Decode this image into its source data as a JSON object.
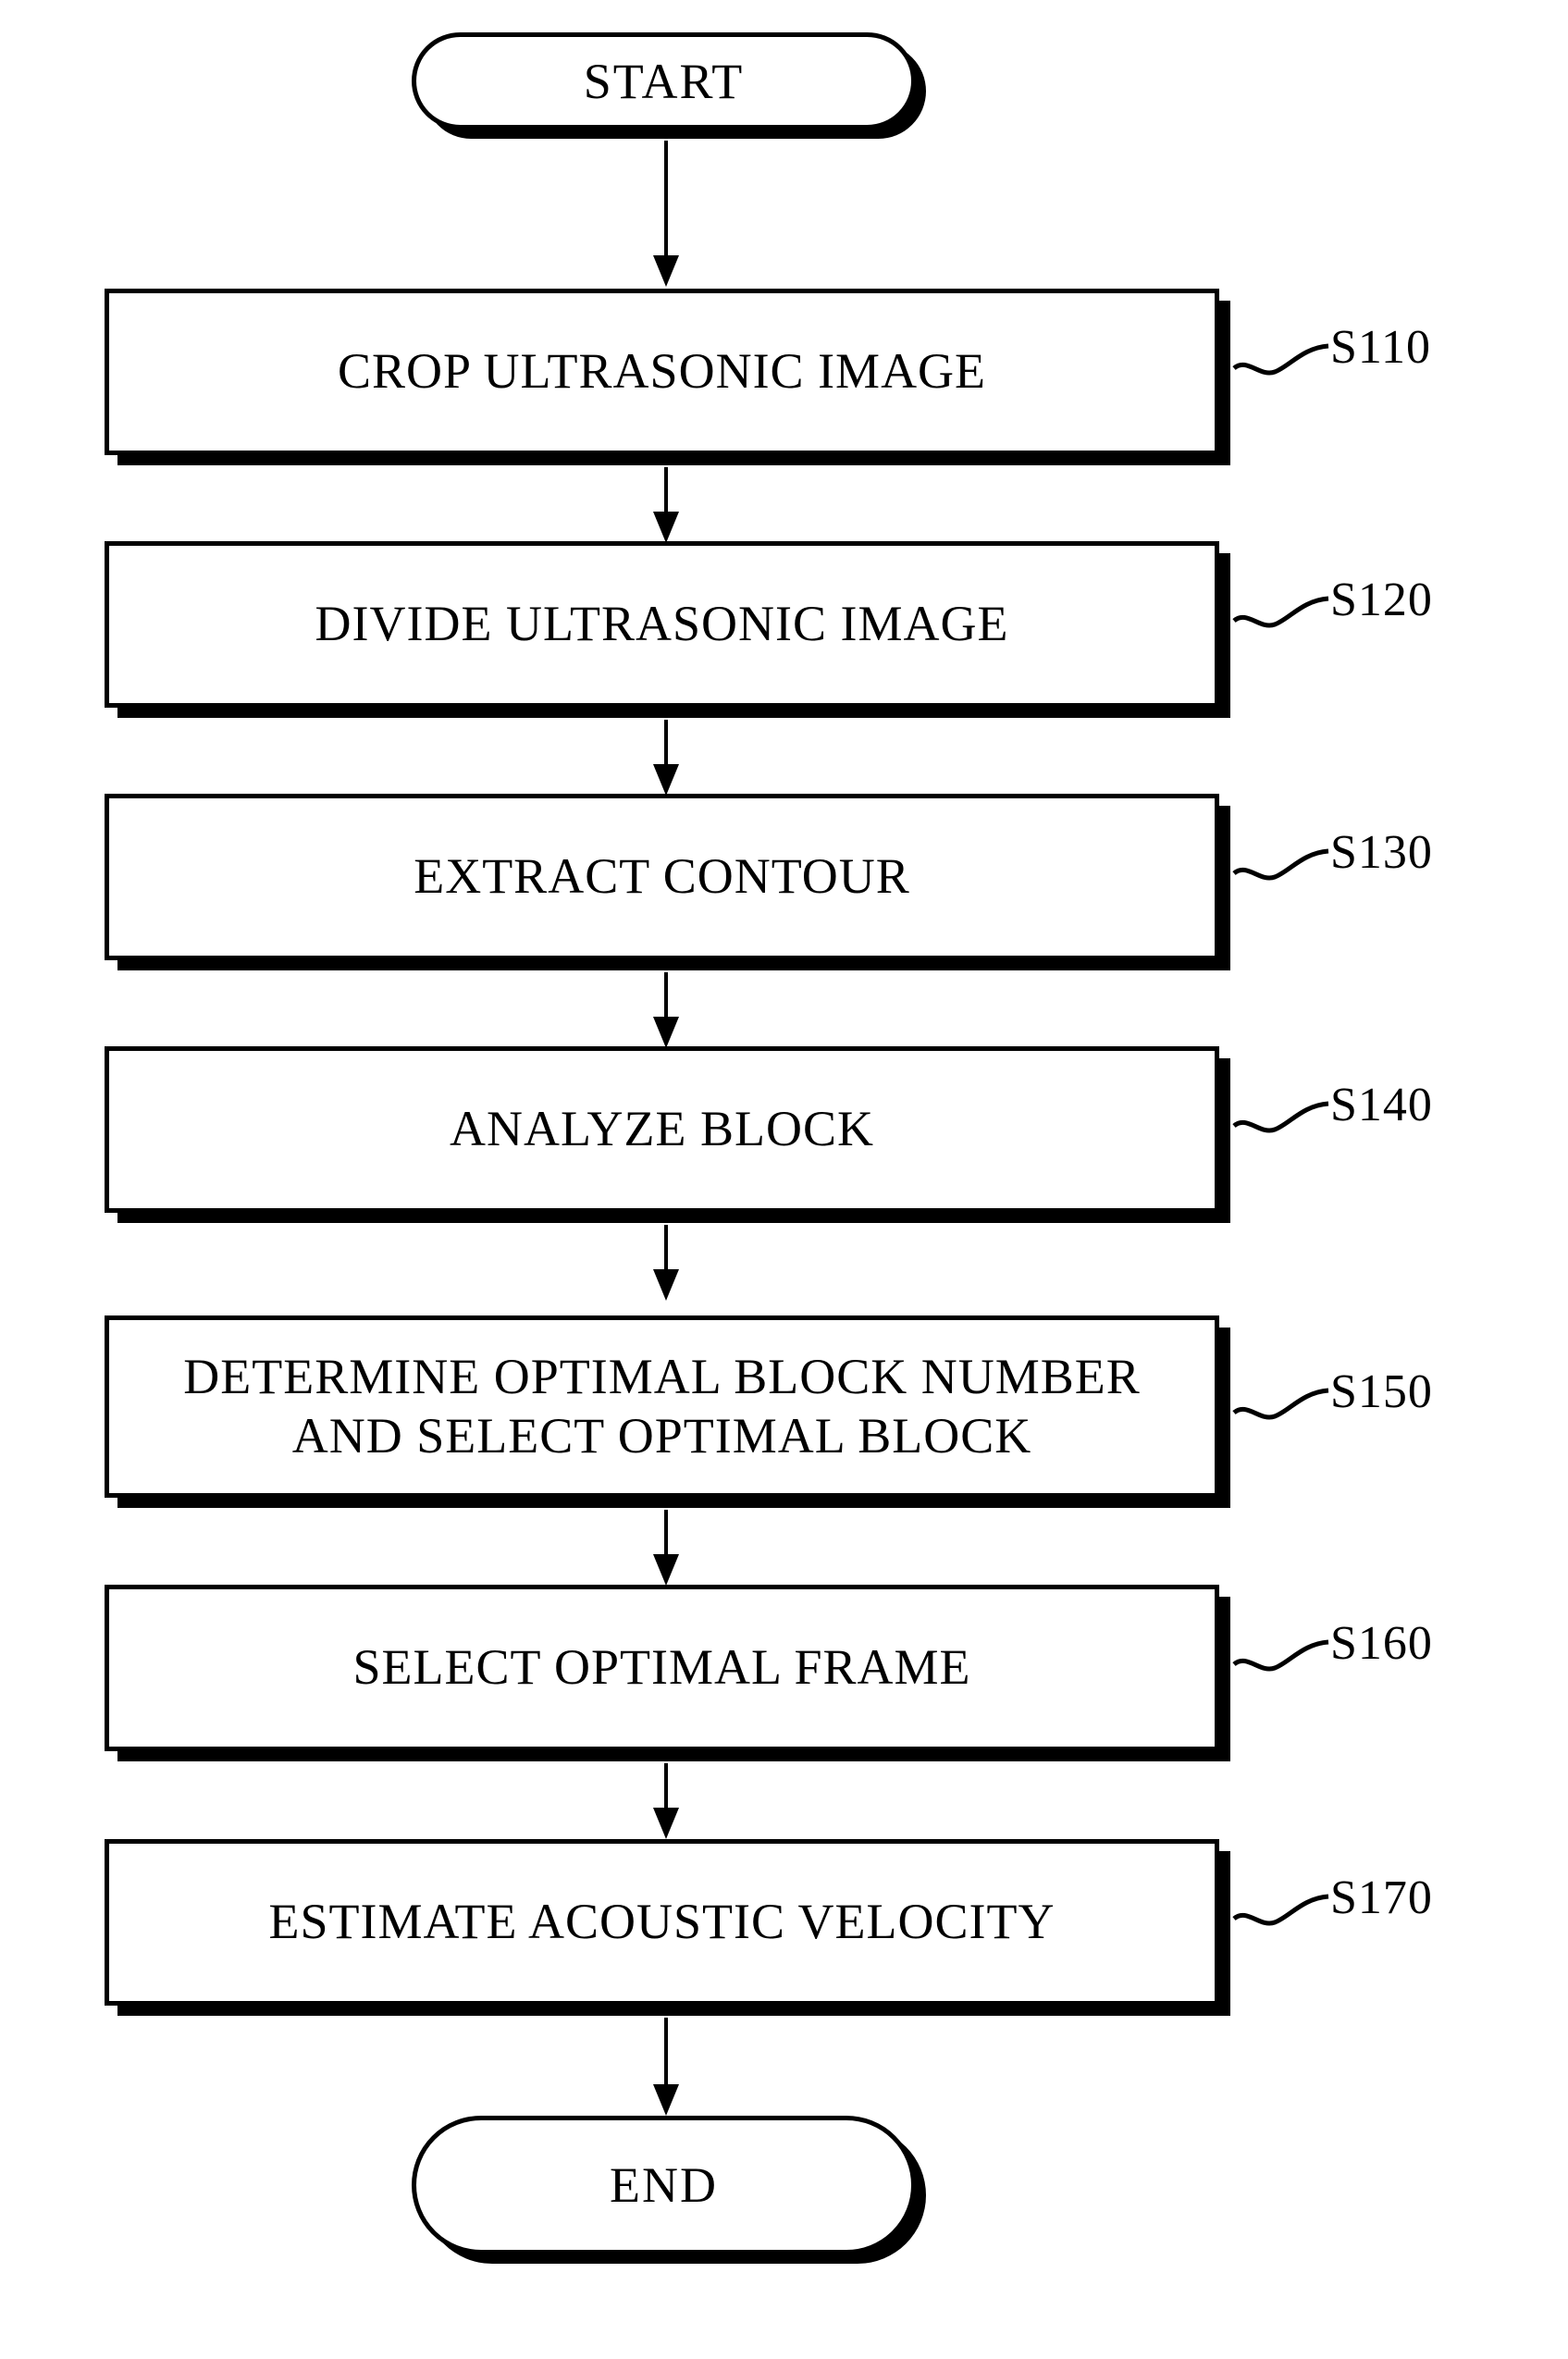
{
  "diagram": {
    "type": "flowchart",
    "orientation": "vertical",
    "title_text": "",
    "colors": {
      "background": "#ffffff",
      "stroke": "#000000",
      "text": "#000000",
      "shadow": "#000000"
    },
    "start_node": {
      "label": "START",
      "shape": "rounded-terminator"
    },
    "end_node": {
      "label": "END",
      "shape": "rounded-terminator"
    },
    "steps": [
      {
        "ref": "S110",
        "lines": [
          "CROP ULTRASONIC IMAGE"
        ],
        "shape": "rectangle"
      },
      {
        "ref": "S120",
        "lines": [
          "DIVIDE ULTRASONIC IMAGE"
        ],
        "shape": "rectangle"
      },
      {
        "ref": "S130",
        "lines": [
          "EXTRACT CONTOUR"
        ],
        "shape": "rectangle"
      },
      {
        "ref": "S140",
        "lines": [
          "ANALYZE BLOCK"
        ],
        "shape": "rectangle"
      },
      {
        "ref": "S150",
        "lines": [
          "DETERMINE OPTIMAL BLOCK NUMBER",
          "AND SELECT OPTIMAL BLOCK"
        ],
        "shape": "rectangle"
      },
      {
        "ref": "S160",
        "lines": [
          "SELECT OPTIMAL FRAME"
        ],
        "shape": "rectangle"
      },
      {
        "ref": "S170",
        "lines": [
          "ESTIMATE ACOUSTIC VELOCITY"
        ],
        "shape": "rectangle"
      }
    ],
    "connectors": [
      {
        "from": "START",
        "to": "S110",
        "style": "arrow-down"
      },
      {
        "from": "S110",
        "to": "S120",
        "style": "arrow-down"
      },
      {
        "from": "S120",
        "to": "S130",
        "style": "arrow-down"
      },
      {
        "from": "S130",
        "to": "S140",
        "style": "arrow-down"
      },
      {
        "from": "S140",
        "to": "S150",
        "style": "arrow-down"
      },
      {
        "from": "S150",
        "to": "S160",
        "style": "arrow-down"
      },
      {
        "from": "S160",
        "to": "S170",
        "style": "arrow-down"
      },
      {
        "from": "S170",
        "to": "END",
        "style": "arrow-down"
      }
    ]
  }
}
